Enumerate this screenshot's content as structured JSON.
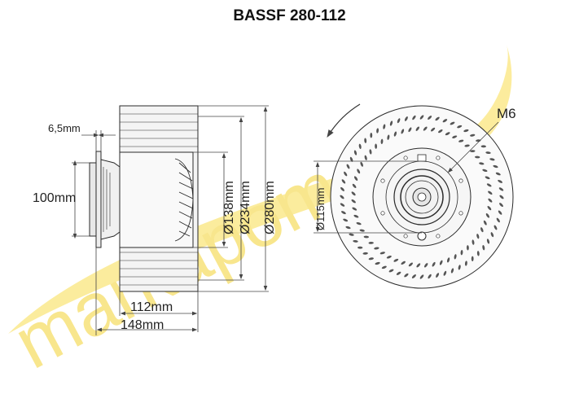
{
  "title": "BASSF 280-112",
  "watermark": {
    "text": "markapoma",
    "color": "#f7e27a"
  },
  "side_view": {
    "dims": {
      "flange_thickness": "6,5mm",
      "hub_height": "100mm",
      "inner_width": "112mm",
      "total_width": "148mm",
      "d_inner": "Ø138mm",
      "d_mid": "Ø234mm",
      "d_outer": "Ø280mm"
    }
  },
  "front_view": {
    "dims": {
      "bolt_circle": "Ø115mm",
      "thread": "M6"
    }
  },
  "colors": {
    "line": "#2a2a2a",
    "dim": "#444444",
    "fill": "#f2f2f2"
  }
}
